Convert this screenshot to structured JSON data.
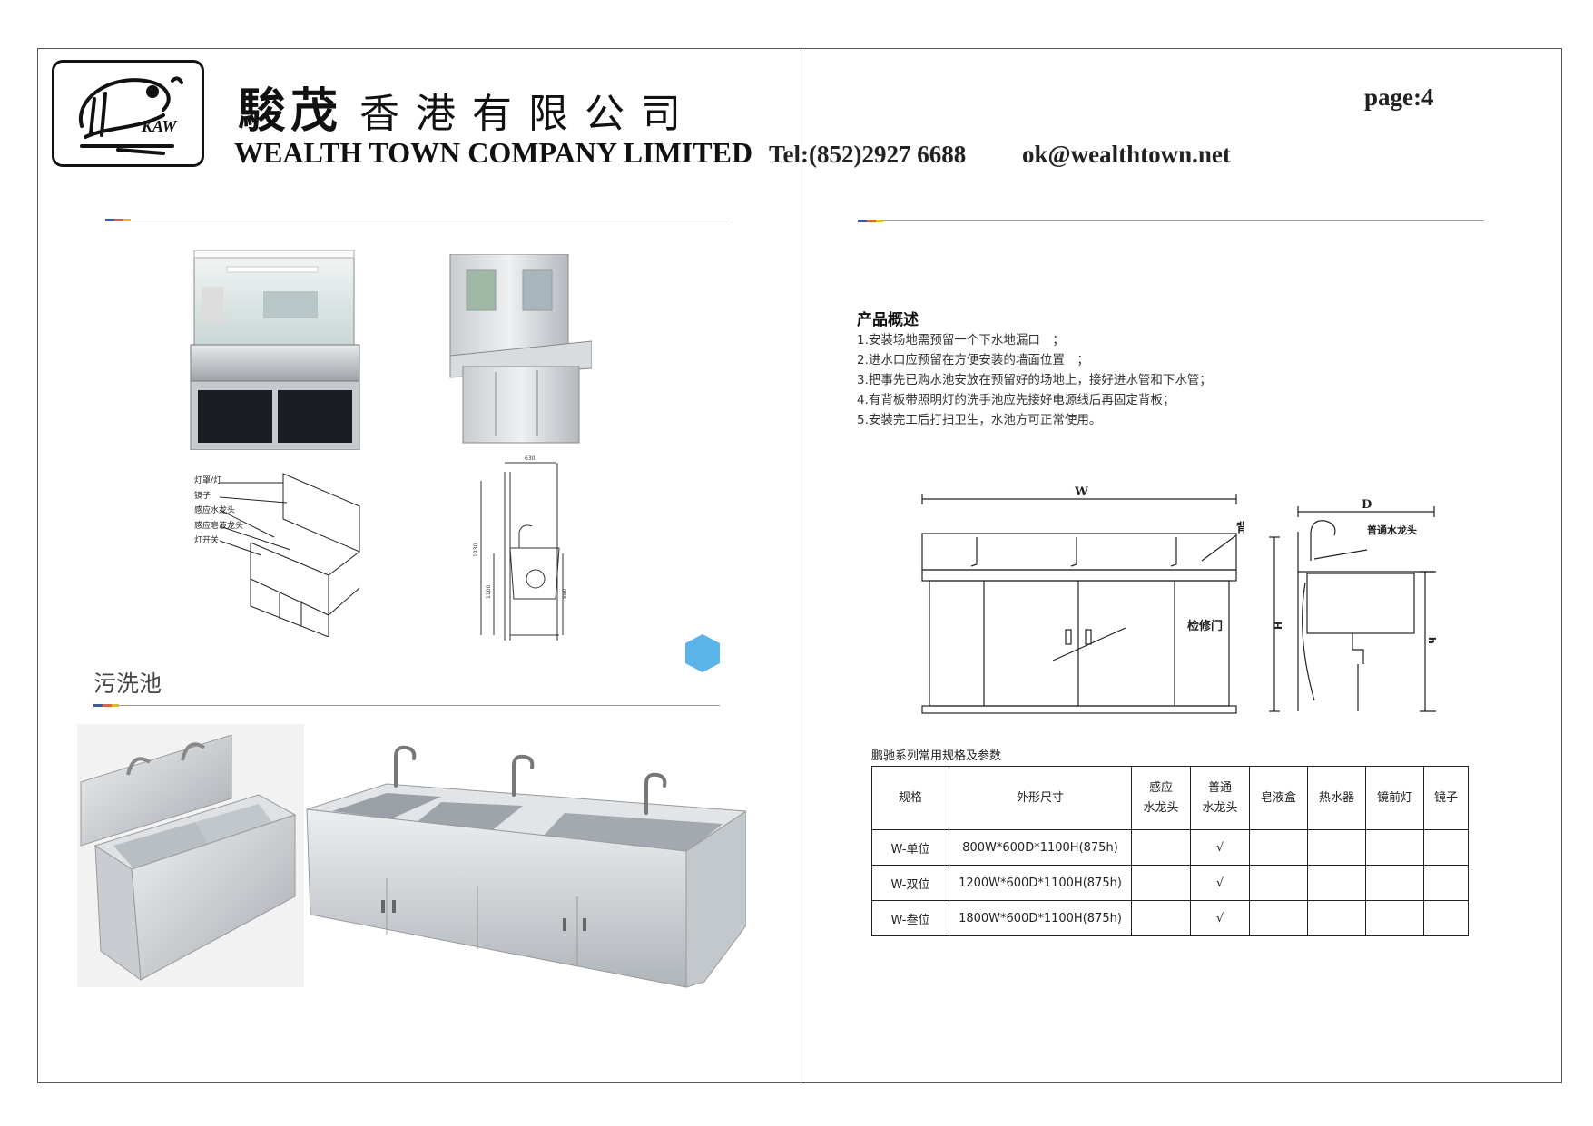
{
  "header": {
    "company_cn_main": "駿茂",
    "company_cn_rest": "香港有限公司",
    "logo_text": "KAW",
    "company_en": "WEALTH TOWN COMPANY LIMITED",
    "tel": "Tel:(852)2927 6688",
    "email": "ok@wealthtown.net",
    "page": "page:4"
  },
  "left_page": {
    "diagram_labels": [
      "灯罩/灯",
      "镜子",
      "感应水龙头",
      "感应皂液龙头",
      "灯开关"
    ],
    "dim_labels": [
      "630",
      "1930",
      "1100",
      "850"
    ],
    "section_title": "污洗池"
  },
  "right_page": {
    "overview_title": "产品概述",
    "overview_items": [
      "1.安装场地需预留一个下水地漏口　；",
      "2.进水口应预留在方便安装的墙面位置　；",
      "3.把事先已购水池安放在预留好的场地上，接好进水管和下水管；",
      "4.有背板带照明灯的洗手池应先接好电源线后再固定背板；",
      "5.安装完工后打扫卫生，水池方可正常使用。"
    ],
    "drawing_labels": {
      "width": "W",
      "backboard": "背板",
      "access_door": "检修门",
      "depth": "D",
      "faucet": "普通水龙头",
      "height": "H",
      "counter_height": "h"
    },
    "table_caption": "鹏驰系列常用规格及参数",
    "table": {
      "headers": [
        "规格",
        "外形尺寸",
        "感应\n水龙头",
        "普通\n水龙头",
        "皂液盒",
        "热水器",
        "镜前灯",
        "镜子"
      ],
      "rows": [
        [
          "W-单位",
          "800W*600D*1100H(875h)",
          "",
          "√",
          "",
          "",
          "",
          ""
        ],
        [
          "W-双位",
          "1200W*600D*1100H(875h)",
          "",
          "√",
          "",
          "",
          "",
          ""
        ],
        [
          "W-叁位",
          "1800W*600D*1100H(875h)",
          "",
          "√",
          "",
          "",
          "",
          ""
        ]
      ]
    }
  },
  "colors": {
    "rule_accent": [
      "#3d5a9a",
      "#d06a3a",
      "#e0b830"
    ],
    "hexagon": "#5ab4e8"
  }
}
